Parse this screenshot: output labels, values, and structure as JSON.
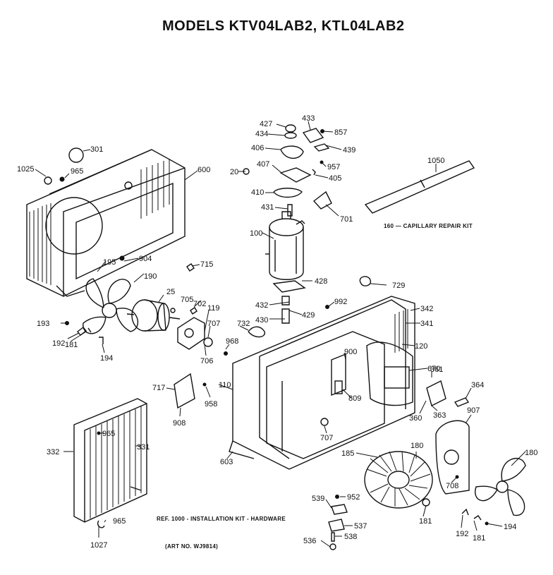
{
  "title": "MODELS KTV04LAB2, KTL04LAB2",
  "notes": {
    "capillary": "160 — CAPILLARY REPAIR KIT",
    "installation": "REF. 1000 - INSTALLATION KIT - HARDWARE",
    "art_number": "(ART NO. WJ9814)"
  },
  "callouts": [
    "301",
    "1025",
    "965",
    "600",
    "427",
    "434",
    "406",
    "20",
    "407",
    "410",
    "431",
    "433",
    "857",
    "439",
    "957",
    "405",
    "701",
    "1050",
    "100",
    "195",
    "904",
    "190",
    "715",
    "25",
    "705",
    "702",
    "119",
    "707",
    "706",
    "193",
    "192",
    "181",
    "194",
    "428",
    "729",
    "432",
    "430",
    "429",
    "732",
    "992",
    "342",
    "341",
    "120",
    "968",
    "900",
    "670",
    "361",
    "364",
    "717",
    "958",
    "110",
    "809",
    "363",
    "360",
    "907",
    "908",
    "707",
    "603",
    "332",
    "965",
    "331",
    "185",
    "180",
    "180",
    "952",
    "539",
    "537",
    "538",
    "536",
    "965",
    "1027",
    "708",
    "181",
    "192",
    "181",
    "194"
  ]
}
